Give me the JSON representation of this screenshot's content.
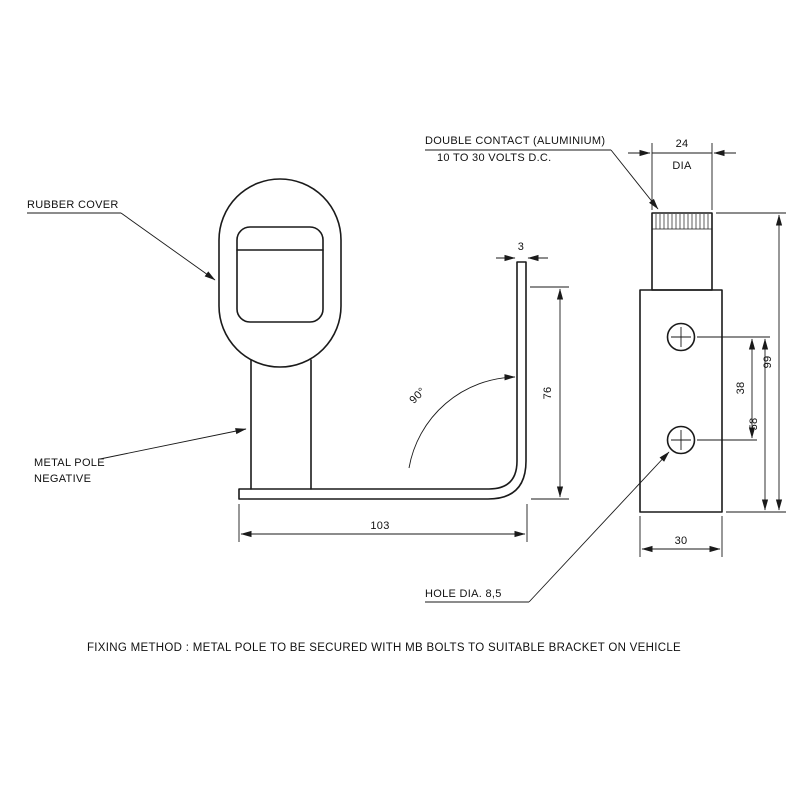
{
  "drawing": {
    "callouts": {
      "rubber_cover": "RUBBER COVER",
      "metal_pole_line1": "METAL POLE",
      "metal_pole_line2": "NEGATIVE",
      "double_contact_line1": "DOUBLE CONTACT (ALUMINIUM)",
      "double_contact_line2": "10 TO 30 VOLTS D.C.",
      "hole_dia": "HOLE DIA. 8,5"
    },
    "dimensions": {
      "plate_thickness": "3",
      "plate_height": "76",
      "bend_angle": "90°",
      "base_length": "103",
      "contact_diameter": "24",
      "contact_diameter_unit": "DIA",
      "total_height": "99",
      "hole_spacing": "38",
      "hole_to_base": "58",
      "body_width": "30"
    },
    "note": "FIXING METHOD : METAL POLE TO BE SECURED WITH MB BOLTS TO SUITABLE BRACKET ON VEHICLE",
    "colors": {
      "line": "#1a1a1a",
      "background": "#ffffff"
    }
  }
}
